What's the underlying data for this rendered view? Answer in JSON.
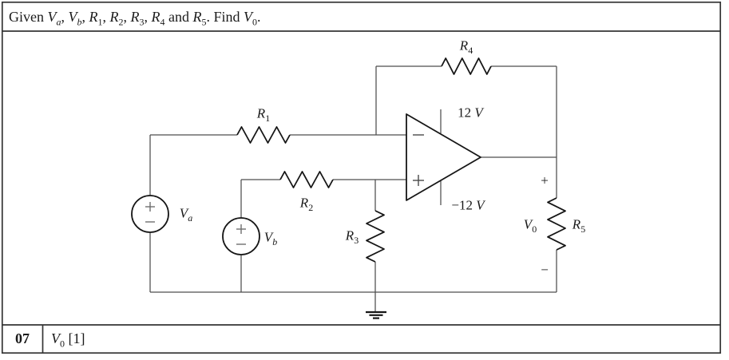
{
  "header": {
    "problem": [
      [
        "t",
        "Given "
      ],
      [
        "v",
        "V"
      ],
      [
        "si",
        "a"
      ],
      [
        "t",
        ", "
      ],
      [
        "v",
        "V"
      ],
      [
        "si",
        "b"
      ],
      [
        "t",
        ", "
      ],
      [
        "v",
        "R"
      ],
      [
        "s",
        "1"
      ],
      [
        "t",
        ", "
      ],
      [
        "v",
        "R"
      ],
      [
        "s",
        "2"
      ],
      [
        "t",
        ", "
      ],
      [
        "v",
        "R"
      ],
      [
        "s",
        "3"
      ],
      [
        "t",
        ", "
      ],
      [
        "v",
        "R"
      ],
      [
        "s",
        "4"
      ],
      [
        "t",
        " and "
      ],
      [
        "v",
        "R"
      ],
      [
        "s",
        "5"
      ],
      [
        "t",
        ". Find "
      ],
      [
        "v",
        "V"
      ],
      [
        "s",
        "0"
      ],
      [
        "t",
        "."
      ]
    ]
  },
  "circuit": {
    "labels": {
      "r1": [
        [
          "v",
          "R"
        ],
        [
          "s",
          "1"
        ]
      ],
      "r2": [
        [
          "v",
          "R"
        ],
        [
          "s",
          "2"
        ]
      ],
      "r3": [
        [
          "v",
          "R"
        ],
        [
          "s",
          "3"
        ]
      ],
      "r4": [
        [
          "v",
          "R"
        ],
        [
          "s",
          "4"
        ]
      ],
      "r5": [
        [
          "v",
          "R"
        ],
        [
          "s",
          "5"
        ]
      ],
      "va": [
        [
          "v",
          "V"
        ],
        [
          "si",
          "a"
        ]
      ],
      "vb": [
        [
          "v",
          "V"
        ],
        [
          "si",
          "b"
        ]
      ],
      "v0": [
        [
          "v",
          "V"
        ],
        [
          "s",
          "0"
        ]
      ],
      "supply_positive": [
        [
          "t",
          "12 "
        ],
        [
          "v",
          "V"
        ]
      ],
      "supply_negative": [
        [
          "t",
          "−12 "
        ],
        [
          "v",
          "V"
        ]
      ],
      "output_plus": "+",
      "output_minus": "−"
    },
    "components": [
      "op-amp",
      "voltage-source-Va",
      "voltage-source-Vb",
      "resistor-R1",
      "resistor-R2",
      "resistor-R3",
      "resistor-R4",
      "resistor-R5",
      "ground"
    ]
  },
  "footer": {
    "number": "07",
    "answer": [
      [
        "v",
        "V"
      ],
      [
        "s",
        "0"
      ],
      [
        "t",
        " [1]"
      ]
    ]
  },
  "colors": {
    "wire": "#4d4d4d",
    "component": "#161616",
    "sign": "#6e6e6e",
    "frame": "#343434"
  }
}
